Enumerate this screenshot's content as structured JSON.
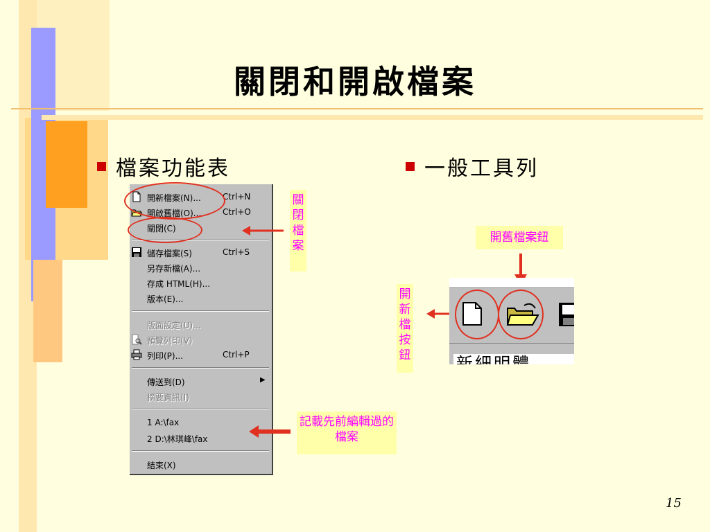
{
  "slide": {
    "title": "關閉和開啟檔案",
    "page_number": "15"
  },
  "left_section": {
    "bullet": "檔案功能表"
  },
  "right_section": {
    "bullet": "一般工具列"
  },
  "file_menu": {
    "items": [
      {
        "label": "開新檔案(N)...",
        "shortcut": "Ctrl+N",
        "icon": "new-document-icon",
        "enabled": true
      },
      {
        "label": "開啟舊檔(O)...",
        "shortcut": "Ctrl+O",
        "icon": "open-folder-icon",
        "enabled": true
      },
      {
        "label": "關閉(C)",
        "shortcut": "",
        "icon": "",
        "enabled": true
      },
      {
        "label": "儲存檔案(S)",
        "shortcut": "Ctrl+S",
        "icon": "save-disk-icon",
        "enabled": true
      },
      {
        "label": "另存新檔(A)...",
        "shortcut": "",
        "icon": "",
        "enabled": true
      },
      {
        "label": "存成 HTML(H)...",
        "shortcut": "",
        "icon": "",
        "enabled": true
      },
      {
        "label": "版本(E)...",
        "shortcut": "",
        "icon": "",
        "enabled": true
      },
      {
        "label": "版面設定(U)...",
        "shortcut": "",
        "icon": "",
        "enabled": false
      },
      {
        "label": "預覽列印(V)",
        "shortcut": "",
        "icon": "print-preview-icon",
        "enabled": false
      },
      {
        "label": "列印(P)...",
        "shortcut": "Ctrl+P",
        "icon": "printer-icon",
        "enabled": true
      },
      {
        "label": "傳送到(D)",
        "shortcut": "",
        "icon": "",
        "enabled": true
      },
      {
        "label": "摘要資訊(I)",
        "shortcut": "",
        "icon": "",
        "enabled": false
      },
      {
        "label": "1 A:\\fax",
        "shortcut": "",
        "icon": "",
        "enabled": true
      },
      {
        "label": "2 D:\\林琪峰\\fax",
        "shortcut": "",
        "icon": "",
        "enabled": true
      },
      {
        "label": "結束(X)",
        "shortcut": "",
        "icon": "",
        "enabled": true
      }
    ]
  },
  "callouts": {
    "close_file": "關閉檔案",
    "recent_files": "記載先前編輯過的檔案",
    "open_button": "開舊檔案鈕",
    "new_button": "開新檔按鈕"
  },
  "toolbar": {
    "buttons": [
      {
        "icon": "new-document-icon"
      },
      {
        "icon": "open-folder-icon"
      },
      {
        "icon": "save-disk-icon"
      }
    ],
    "partial_text": "新細明體"
  },
  "colors": {
    "background": "#ffffe0",
    "accent_red": "#e03020",
    "callout_text": "#ff00ff",
    "callout_bg": "#ffffaa",
    "bullet": "#cc0000"
  }
}
